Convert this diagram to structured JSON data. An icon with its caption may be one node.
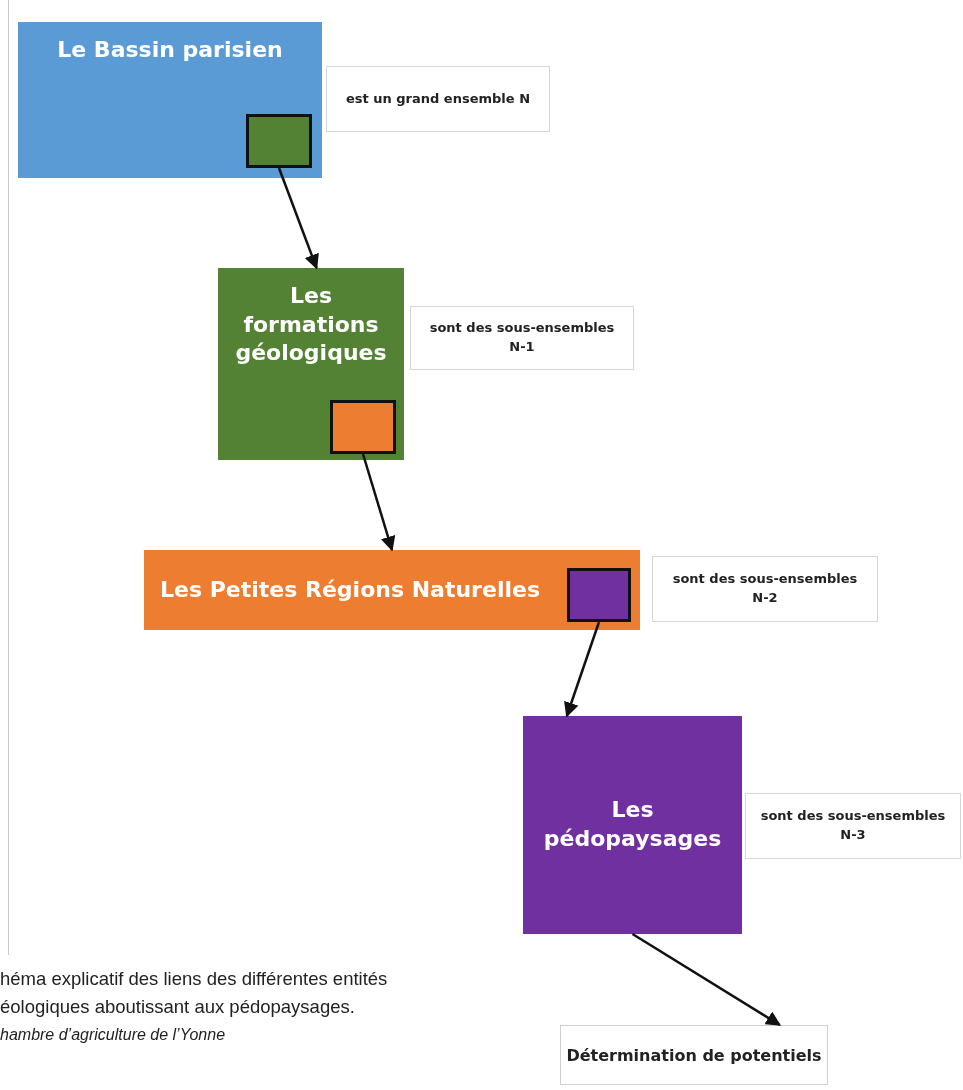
{
  "diagram": {
    "caption": "héma explicatif des liens des différentes entités éologiques aboutissant aux pédopaysages.",
    "nodes": [
      {
        "text": [
          "Le Bassin parisien"
        ]
      },
      {
        "text": [],
        "shape": "box",
        "in": 0
      },
      {
        "text": [
          "est un grand ensemble N"
        ]
      },
      {
        "text": [
          "Les formations géologiques"
        ]
      },
      {
        "text": [],
        "shape": "box",
        "in": 3
      },
      {
        "text": [
          "sont des sous-ensembles N-1"
        ]
      },
      {
        "text": [
          "Les Petites Régions Naturelles"
        ]
      },
      {
        "text": [],
        "shape": "box",
        "in": 6
      },
      {
        "text": [
          "sont des sous-ensembles N-2"
        ]
      },
      {
        "text": [
          "Les pédopaysages"
        ]
      },
      {
        "text": [
          "sont des sous-ensembles N-3"
        ]
      },
      {
        "text": [
          "Détermination de potentiels"
        ]
      }
    ],
    "edges": [
      {
        "from": 1,
        "to": 3,
        "arrow": "to"
      },
      {
        "from": 4,
        "to": 6,
        "arrow": "to"
      },
      {
        "from": 7,
        "to": 9,
        "arrow": "to"
      },
      {
        "from": 9,
        "to": 11,
        "arrow": "to"
      }
    ],
    "labels": [
      "hambre d’agriculture de l’Yonne"
    ]
  }
}
